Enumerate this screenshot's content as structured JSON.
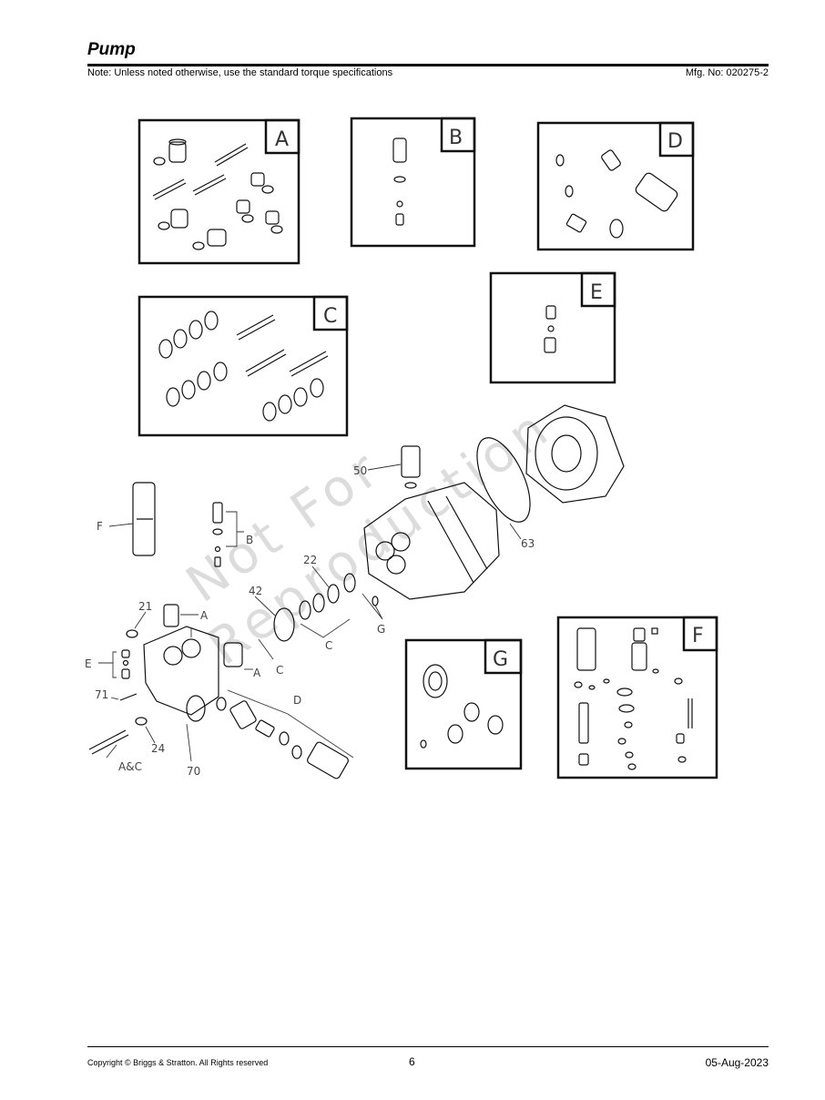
{
  "header": {
    "title": "Pump",
    "note": "Note: Unless noted otherwise, use the standard torque specifications",
    "mfg": "Mfg. No: 020275-2"
  },
  "diagram": {
    "watermark": [
      "Not For",
      "Reproduction"
    ],
    "kits": [
      "A",
      "B",
      "C",
      "D",
      "E",
      "F",
      "G"
    ],
    "callouts": {
      "c50": "50",
      "c63": "63",
      "c22": "22",
      "c42": "42",
      "c21": "21",
      "c71": "71",
      "c24": "24",
      "c70": "70",
      "cAC": "A&C",
      "cF": "F",
      "cB": "B",
      "cA": "A",
      "cE": "E",
      "cA2": "A",
      "cC": "C",
      "cC2": "C",
      "cD": "D",
      "cG": "G"
    }
  },
  "footer": {
    "copyright": "Copyright ©  Briggs & Stratton. All Rights reserved",
    "page": "6",
    "date": "05-Aug-2023"
  }
}
